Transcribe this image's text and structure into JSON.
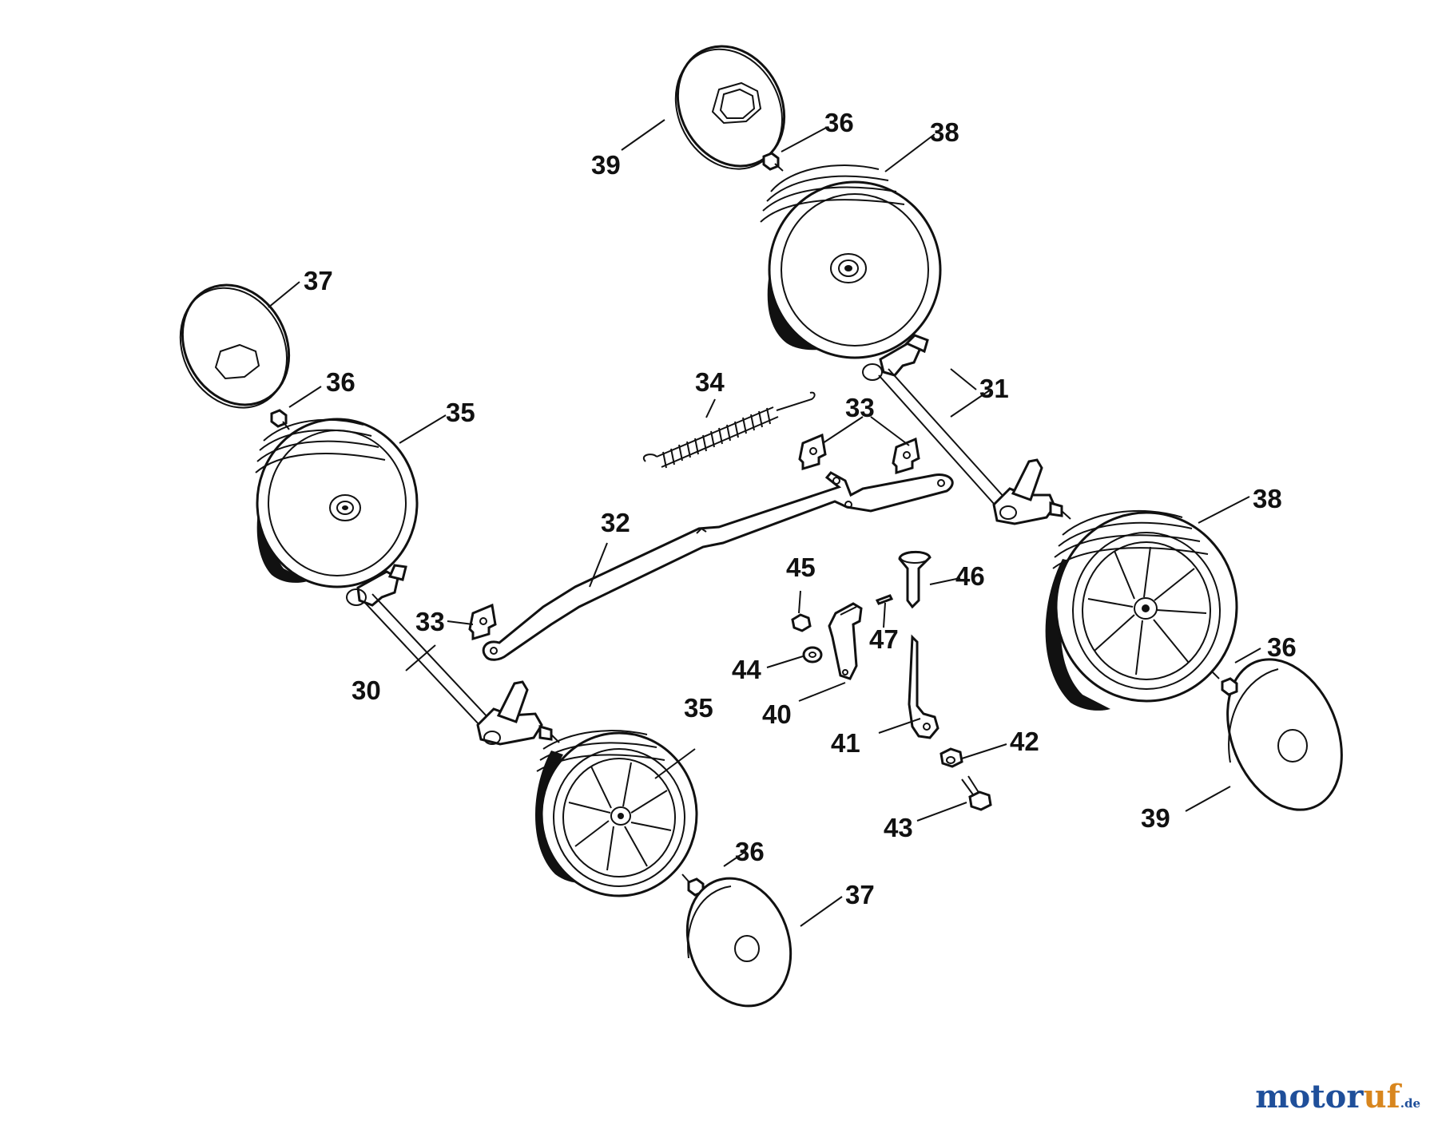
{
  "diagram": {
    "part_labels": [
      {
        "id": "p39a",
        "text": "39"
      },
      {
        "id": "p36a",
        "text": "36"
      },
      {
        "id": "p38a",
        "text": "38"
      },
      {
        "id": "p37a",
        "text": "37"
      },
      {
        "id": "p36b",
        "text": "36"
      },
      {
        "id": "p35a",
        "text": "35"
      },
      {
        "id": "p34",
        "text": "34"
      },
      {
        "id": "p33a",
        "text": "33"
      },
      {
        "id": "p31",
        "text": "31"
      },
      {
        "id": "p38b",
        "text": "38"
      },
      {
        "id": "p32",
        "text": "32"
      },
      {
        "id": "p45",
        "text": "45"
      },
      {
        "id": "p46",
        "text": "46"
      },
      {
        "id": "p33b",
        "text": "33"
      },
      {
        "id": "p47",
        "text": "47"
      },
      {
        "id": "p44",
        "text": "44"
      },
      {
        "id": "p36c",
        "text": "36"
      },
      {
        "id": "p30",
        "text": "30"
      },
      {
        "id": "p35b",
        "text": "35"
      },
      {
        "id": "p40",
        "text": "40"
      },
      {
        "id": "p41",
        "text": "41"
      },
      {
        "id": "p42",
        "text": "42"
      },
      {
        "id": "p39b",
        "text": "39"
      },
      {
        "id": "p43",
        "text": "43"
      },
      {
        "id": "p36d",
        "text": "36"
      },
      {
        "id": "p37b",
        "text": "37"
      }
    ],
    "colors": {
      "line": "#111111",
      "background": "#ffffff"
    }
  },
  "watermark": {
    "part1": "motor",
    "part2": "uf",
    "suffix": ".de",
    "color_primary": "#1f4f9a",
    "color_accent": "#d8861e"
  }
}
